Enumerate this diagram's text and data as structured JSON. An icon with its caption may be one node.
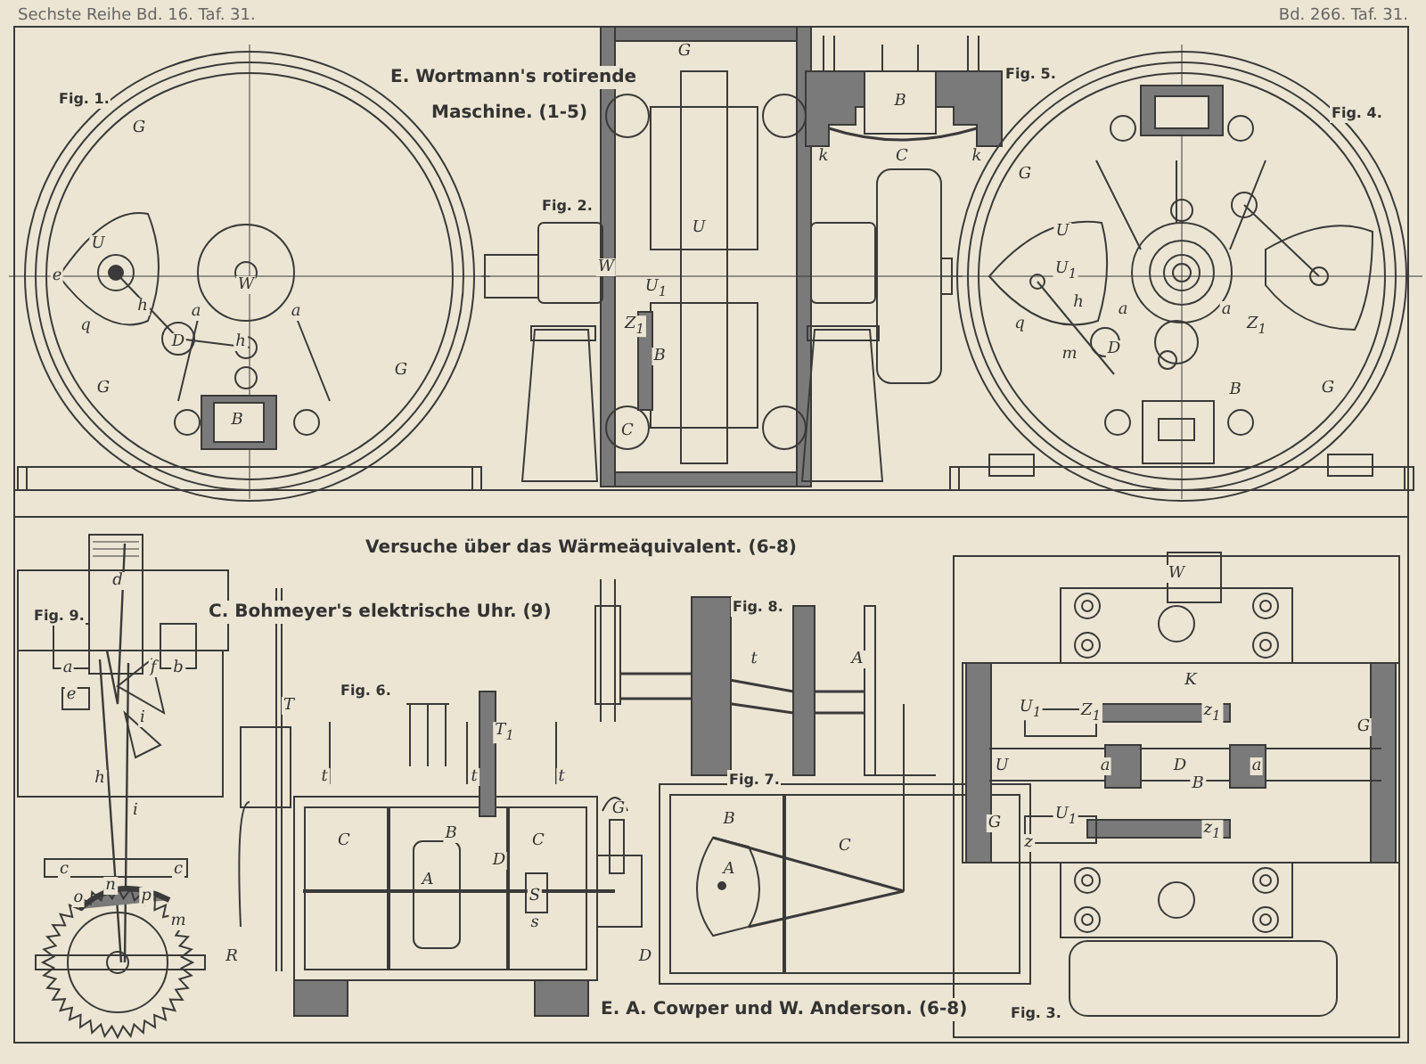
{
  "diagram": {
    "labels": [
      "Sechste Reihe Bd. 16. Taf. 31.",
      "Bd. 266. Taf. 31.",
      "E. Wortmann's rotirende",
      "Maschine. (1-5)",
      "Fig. 1.",
      "Fig. 2.",
      "Fig. 5.",
      "Fig. 4.",
      "G",
      "e",
      "U",
      "W",
      "h",
      "q",
      "a",
      "a",
      "D",
      "h",
      "G",
      "G",
      "B",
      "G",
      "U",
      "W",
      "U$_{1}$",
      "Z$_{1}$",
      "B",
      "C",
      "B",
      "k",
      "C",
      "k",
      "G",
      "U",
      "U$_{1}$",
      "h",
      "q",
      "a",
      "a",
      "D",
      "m",
      "Z$_{1}$",
      "B",
      "G",
      "Versuche über das Wärmeäquivalent. (6-8)",
      "Fig. 9.",
      "C. Bohmeyer's elektrische Uhr. (9)",
      "Fig. 6.",
      "Fig. 8.",
      "Fig. 7.",
      "d",
      "a",
      "f",
      "b",
      "e",
      "i",
      "h",
      "i",
      "c",
      "c",
      "n",
      "o",
      "p",
      "m",
      "T",
      "T$_{1}$",
      "t",
      "t",
      "t",
      "C",
      "B",
      "C",
      "A",
      "D",
      "S",
      "s",
      "R",
      "G",
      "D",
      "t",
      "A",
      "B",
      "C",
      "A",
      "E. A. Cowper und W. Anderson. (6-8)",
      "Fig. 3.",
      "W",
      "K",
      "U$_{1}$",
      "Z$_{1}$",
      "z$_{1}$",
      "U",
      "a",
      "D",
      "B",
      "a",
      "G",
      "G",
      "U$_{1}$",
      "z",
      "z$_{1}$"
    ]
  }
}
